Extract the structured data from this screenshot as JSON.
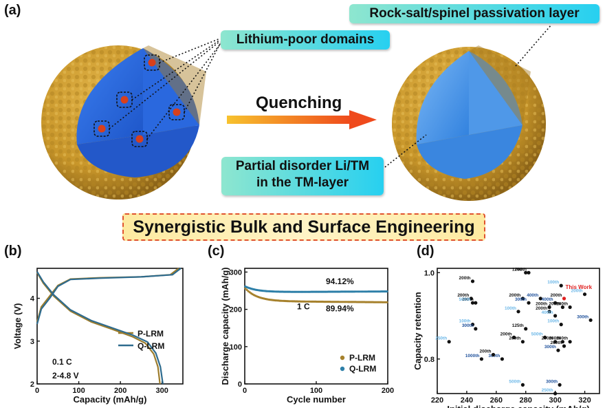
{
  "panel_labels": {
    "a": "(a)",
    "b": "(b)",
    "c": "(c)",
    "d": "(d)"
  },
  "schematic": {
    "callout_rock_salt": "Rock-salt/spinel passivation layer",
    "callout_li_poor": "Lithium-poor domains",
    "arrow_label": "Quenching",
    "callout_disorder_line1": "Partial disorder Li/TM",
    "callout_disorder_line2": "in the TM-layer",
    "banner": "Synergistic Bulk and Surface Engineering",
    "colors": {
      "shell": "#c9992c",
      "core": "#2f73e8",
      "arrow_start": "#f7c22e",
      "arrow_end": "#ef4a1c",
      "domain": "#d8401c"
    }
  },
  "chart_data": [
    {
      "type": "line",
      "ylabel": "Voltage (V)",
      "xlabel": "Capacity (mAh/g)",
      "xlim": [
        0,
        350
      ],
      "ylim": [
        2,
        4.7
      ],
      "xticks": [
        "0",
        "100",
        "200",
        "300"
      ],
      "yticks": [
        "2",
        "3",
        "4"
      ],
      "annotation_rate": "0.1 C",
      "annotation_window": "2-4.8 V",
      "legend_position": "right",
      "series": [
        {
          "name": "P-LRM",
          "color": "#9c7c2c",
          "charge": [
            [
              0,
              3.45
            ],
            [
              10,
              3.8
            ],
            [
              30,
              4.05
            ],
            [
              50,
              4.3
            ],
            [
              80,
              4.45
            ],
            [
              150,
              4.48
            ],
            [
              250,
              4.5
            ],
            [
              320,
              4.55
            ],
            [
              340,
              4.7
            ]
          ],
          "discharge": [
            [
              0,
              4.6
            ],
            [
              15,
              4.35
            ],
            [
              40,
              4.05
            ],
            [
              80,
              3.7
            ],
            [
              130,
              3.45
            ],
            [
              180,
              3.28
            ],
            [
              230,
              3.1
            ],
            [
              260,
              2.95
            ],
            [
              280,
              2.7
            ],
            [
              290,
              2.4
            ],
            [
              295,
              2.0
            ]
          ]
        },
        {
          "name": "Q-LRM",
          "color": "#2e6b8e",
          "charge": [
            [
              0,
              3.4
            ],
            [
              10,
              3.75
            ],
            [
              30,
              4.0
            ],
            [
              50,
              4.28
            ],
            [
              80,
              4.44
            ],
            [
              150,
              4.47
            ],
            [
              250,
              4.5
            ],
            [
              325,
              4.55
            ],
            [
              345,
              4.7
            ]
          ],
          "discharge": [
            [
              0,
              4.62
            ],
            [
              15,
              4.38
            ],
            [
              40,
              4.08
            ],
            [
              80,
              3.73
            ],
            [
              130,
              3.48
            ],
            [
              180,
              3.31
            ],
            [
              230,
              3.14
            ],
            [
              265,
              2.98
            ],
            [
              285,
              2.72
            ],
            [
              296,
              2.4
            ],
            [
              302,
              2.0
            ]
          ]
        }
      ]
    },
    {
      "type": "scatter",
      "ylabel": "Discharge capacity (mAh/g)",
      "xlabel": "Cycle number",
      "xlim": [
        0,
        200
      ],
      "ylim": [
        0,
        310
      ],
      "xticks": [
        "0",
        "100",
        "200"
      ],
      "yticks": [
        "0",
        "100",
        "200",
        "300"
      ],
      "rate_label": "1 C",
      "retention_labels": [
        "94.12%",
        "89.94%"
      ],
      "legend_position": "bottom-right",
      "series": [
        {
          "name": "P-LRM",
          "color": "#a6812c",
          "start": 258,
          "end": 222
        },
        {
          "name": "Q-LRM",
          "color": "#2d7fa8",
          "start": 262,
          "end": 246
        }
      ]
    },
    {
      "type": "scatter",
      "ylabel": "Capacity retention",
      "xlabel": "Initial discharge capacity (mAh/g)",
      "xlim": [
        220,
        330
      ],
      "ylim": [
        0.72,
        1.01
      ],
      "xticks": [
        "220",
        "240",
        "260",
        "280",
        "300",
        "320"
      ],
      "yticks": [
        "0.8",
        "1.0"
      ],
      "highlight_label": "This Work",
      "points": [
        {
          "x": 244,
          "y": 0.98,
          "label": "200th",
          "lc": "b"
        },
        {
          "x": 280,
          "y": 1.0,
          "label": "120th",
          "lc": "b"
        },
        {
          "x": 282,
          "y": 1.0,
          "label": "700th",
          "lc": "b"
        },
        {
          "x": 304,
          "y": 0.97,
          "label": "100th",
          "lc": "c"
        },
        {
          "x": 306,
          "y": 0.94,
          "label": "200th",
          "lc": "b",
          "hl": true
        },
        {
          "x": 320,
          "y": 0.95,
          "label": "200th",
          "lc": "c"
        },
        {
          "x": 243,
          "y": 0.94,
          "label": "200th",
          "lc": "b"
        },
        {
          "x": 246,
          "y": 0.93,
          "label": "200th",
          "lc": "b"
        },
        {
          "x": 244,
          "y": 0.93,
          "label": "500th",
          "lc": "c"
        },
        {
          "x": 278,
          "y": 0.94,
          "label": "200th",
          "lc": "b"
        },
        {
          "x": 282,
          "y": 0.93,
          "label": "300th",
          "lc": "n"
        },
        {
          "x": 290,
          "y": 0.94,
          "label": "400th",
          "lc": "n"
        },
        {
          "x": 300,
          "y": 0.93,
          "label": "400th",
          "lc": "n"
        },
        {
          "x": 296,
          "y": 0.92,
          "label": "200th",
          "lc": "b"
        },
        {
          "x": 305,
          "y": 0.92,
          "label": "200th",
          "lc": "b"
        },
        {
          "x": 310,
          "y": 0.92,
          "label": "200th",
          "lc": "b"
        },
        {
          "x": 275,
          "y": 0.91,
          "label": "100th",
          "lc": "c"
        },
        {
          "x": 296,
          "y": 0.91,
          "label": "200th",
          "lc": "b"
        },
        {
          "x": 300,
          "y": 0.9,
          "label": "400th",
          "lc": "c"
        },
        {
          "x": 324,
          "y": 0.89,
          "label": "300th",
          "lc": "n"
        },
        {
          "x": 244,
          "y": 0.88,
          "label": "100th",
          "lc": "c"
        },
        {
          "x": 246,
          "y": 0.87,
          "label": "300th",
          "lc": "n"
        },
        {
          "x": 280,
          "y": 0.87,
          "label": "125th",
          "lc": "b"
        },
        {
          "x": 304,
          "y": 0.88,
          "label": "100th",
          "lc": "c"
        },
        {
          "x": 228,
          "y": 0.84,
          "label": "250th",
          "lc": "c"
        },
        {
          "x": 272,
          "y": 0.85,
          "label": "200th",
          "lc": "b"
        },
        {
          "x": 293,
          "y": 0.85,
          "label": "500th",
          "lc": "c"
        },
        {
          "x": 278,
          "y": 0.84,
          "label": "200th",
          "lc": "b"
        },
        {
          "x": 300,
          "y": 0.84,
          "label": "200th",
          "lc": "b"
        },
        {
          "x": 305,
          "y": 0.84,
          "label": "200th",
          "lc": "b"
        },
        {
          "x": 310,
          "y": 0.84,
          "label": "200th",
          "lc": "b"
        },
        {
          "x": 302,
          "y": 0.82,
          "label": "300th",
          "lc": "n"
        },
        {
          "x": 306,
          "y": 0.83,
          "label": "200th",
          "lc": "b"
        },
        {
          "x": 250,
          "y": 0.8,
          "label": "1000th",
          "lc": "n"
        },
        {
          "x": 264,
          "y": 0.8,
          "label": "300th",
          "lc": "n"
        },
        {
          "x": 258,
          "y": 0.81,
          "label": "200th",
          "lc": "b"
        },
        {
          "x": 278,
          "y": 0.74,
          "label": "500th",
          "lc": "c"
        },
        {
          "x": 303,
          "y": 0.74,
          "label": "300th",
          "lc": "n"
        },
        {
          "x": 300,
          "y": 0.72,
          "label": "250th",
          "lc": "c"
        }
      ]
    }
  ]
}
